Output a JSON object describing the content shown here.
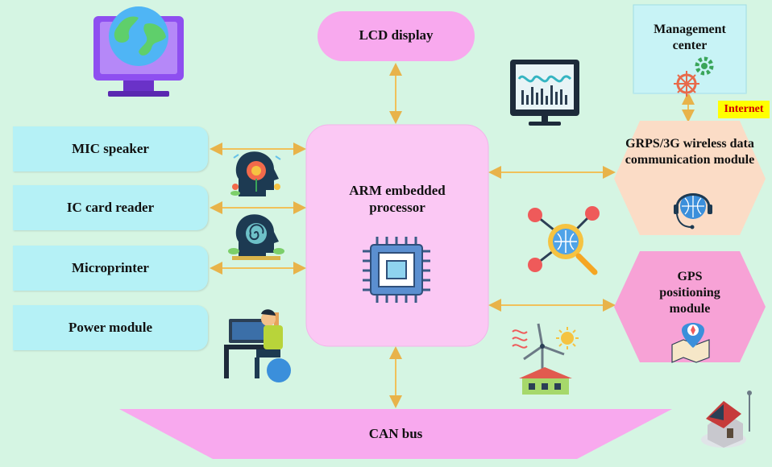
{
  "colors": {
    "background": "#d5f5e3",
    "module_box": "#b5f1f6",
    "processor": "#fbc8f4",
    "lcd": "#f8a9ee",
    "can_bus": "#f8a9ee",
    "grps": "#fbdcc6",
    "gps": "#f7a2d6",
    "management": "#c8f3f6",
    "connector": "#f0c15a",
    "internet_badge": "#ffff00",
    "internet_text": "#d00000"
  },
  "nodes": {
    "lcd": "LCD display",
    "processor": "ARM embedded processor",
    "mic": "MIC speaker",
    "ic_card": "IC card reader",
    "microprinter": "Microprinter",
    "power": "Power module",
    "management": "Management center",
    "internet": "Internet",
    "grps": "GRPS/3G wireless data communication module",
    "gps": "GPS positioning module",
    "can_bus": "CAN bus"
  },
  "icons": [
    "globe-monitor-icon",
    "waveform-monitor-icon",
    "head-flower-icon",
    "head-spiral-icon",
    "processor-chip-icon",
    "globe-magnifier-icon",
    "globe-headset-icon",
    "gear-icon",
    "ship-wheel-icon",
    "map-compass-icon",
    "wind-turbine-house-icon",
    "person-at-computer-icon",
    "smart-house-icon"
  ]
}
